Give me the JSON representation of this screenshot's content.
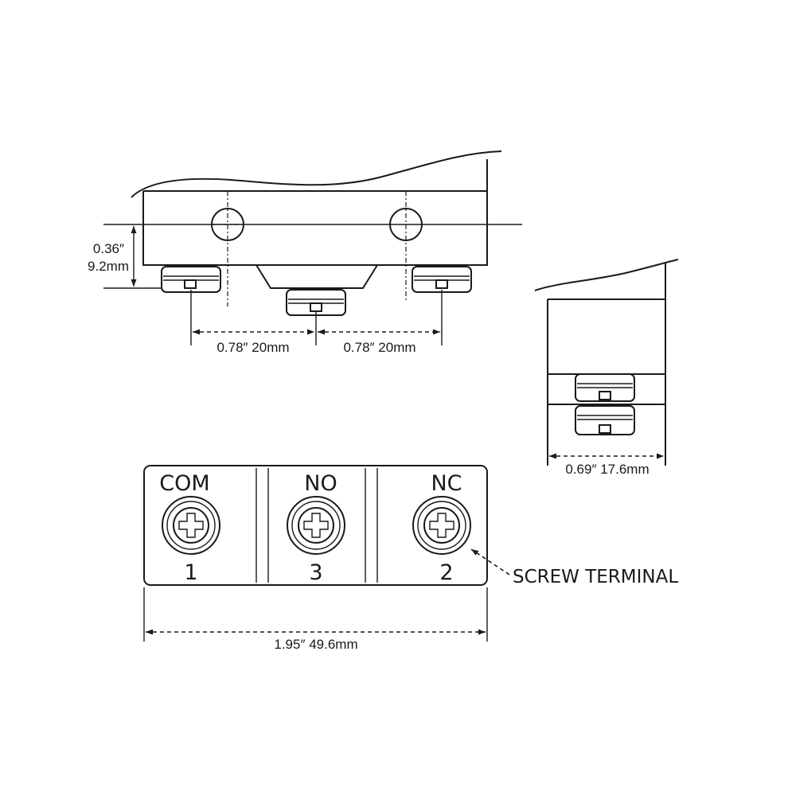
{
  "dimensions": {
    "height_in": "0.36″",
    "height_mm": "9.2mm",
    "spacing_left": "0.78″ 20mm",
    "spacing_right": "0.78″ 20mm",
    "width_side": "0.69″ 17.6mm",
    "length_total": "1.95″ 49.6mm"
  },
  "terminals": [
    {
      "label": "COM",
      "number": "1"
    },
    {
      "label": "NO",
      "number": "3"
    },
    {
      "label": "NC",
      "number": "2"
    }
  ],
  "callout": "SCREW TERMINAL"
}
